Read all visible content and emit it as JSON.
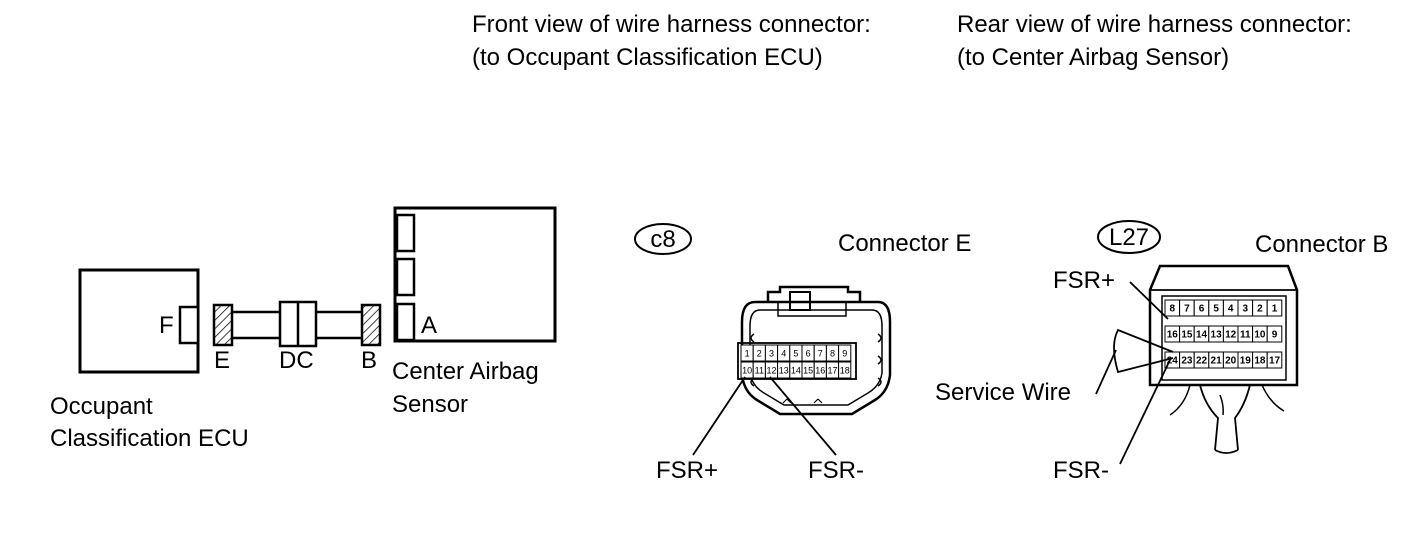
{
  "headers": {
    "front_title": "Front view of wire harness connector:",
    "front_subtitle": "(to Occupant Classification ECU)",
    "rear_title": "Rear view of wire harness connector:",
    "rear_subtitle": "(to Center Airbag Sensor)"
  },
  "schematic": {
    "ecu_connector": "F",
    "ecu_label_line1": "Occupant",
    "ecu_label_line2": "Classification ECU",
    "harness_label_e": "E",
    "harness_label_dc": "DC",
    "harness_label_b": "B",
    "sensor_connector": "A",
    "sensor_label_line1": "Center Airbag",
    "sensor_label_line2": "Sensor"
  },
  "connector_e": {
    "code": "c8",
    "name": "Connector E",
    "pins_top": [
      "1",
      "2",
      "3",
      "4",
      "5",
      "6",
      "7",
      "8",
      "9"
    ],
    "pins_bottom": [
      "10",
      "11",
      "12",
      "13",
      "14",
      "15",
      "16",
      "17",
      "18"
    ],
    "left_label": "FSR+",
    "right_label": "FSR-"
  },
  "connector_b": {
    "code": "L27",
    "name": "Connector B",
    "pins_row1": [
      "8",
      "7",
      "6",
      "5",
      "4",
      "3",
      "2",
      "1"
    ],
    "pins_row2": [
      "16",
      "15",
      "14",
      "13",
      "12",
      "11",
      "10",
      "9"
    ],
    "pins_row3": [
      "24",
      "23",
      "22",
      "21",
      "20",
      "19",
      "18",
      "17"
    ],
    "label_plus": "FSR+",
    "label_service": "Service Wire",
    "label_minus": "FSR-"
  }
}
